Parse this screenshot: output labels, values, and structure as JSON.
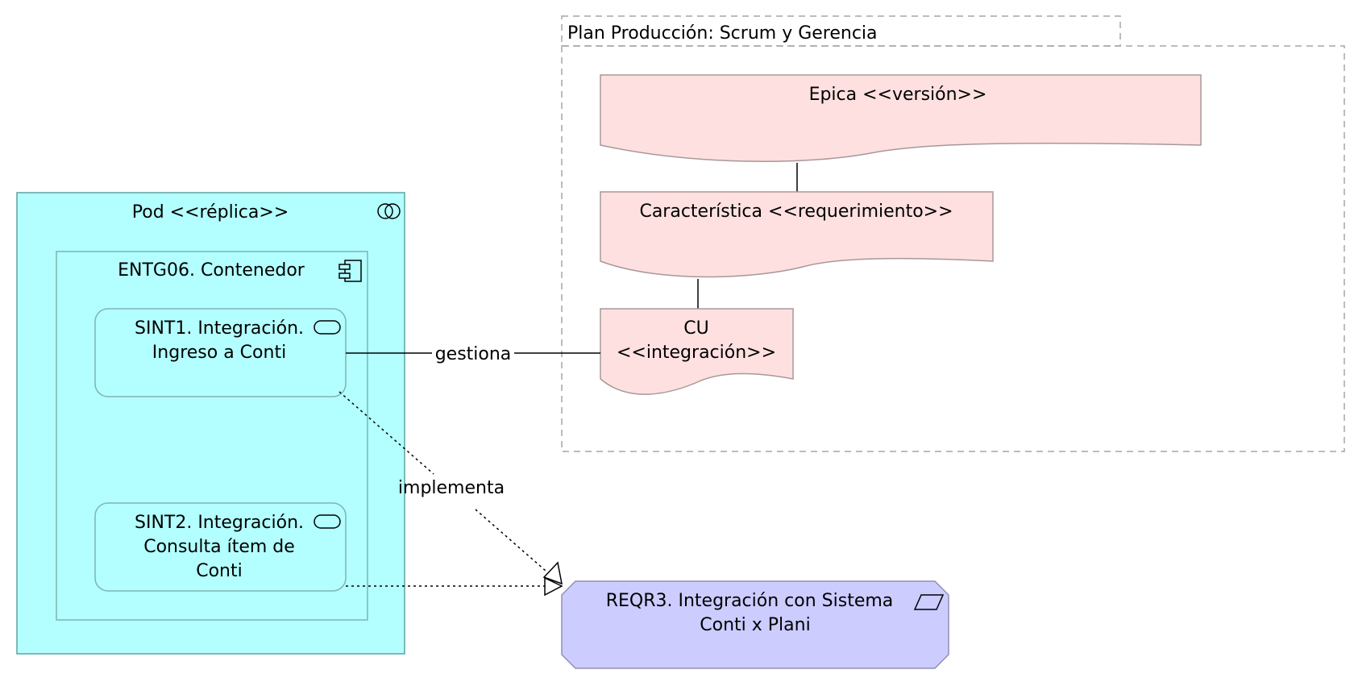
{
  "group": {
    "title": "Plan Producción: Scrum y Gerencia"
  },
  "pod": {
    "label": "Pod <<réplica>>",
    "icon": "node-replica-icon",
    "fill": "#b3ffff",
    "stroke": "#5ca3a3"
  },
  "container": {
    "label": "ENTG06. Contenedor",
    "icon": "component-icon"
  },
  "services": [
    {
      "line1": "SINT1. Integración.",
      "line2": "Ingreso a Conti",
      "line3": "",
      "icon": "service-icon"
    },
    {
      "line1": "SINT2. Integración.",
      "line2": "Consulta ítem de",
      "line3": "Conti",
      "icon": "service-icon"
    }
  ],
  "backlog": {
    "fill": "#ffe0e0",
    "stroke": "#a89898",
    "epic": "Epica <<versión>>",
    "feature": "Característica <<requerimiento>>",
    "use_case_line1": "CU",
    "use_case_line2": "<<integración>>"
  },
  "requirement": {
    "line1": "REQR3. Integración con Sistema",
    "line2": "Conti x Plani",
    "icon": "requirement-icon",
    "fill": "#ccccff",
    "stroke": "#8f8fb8"
  },
  "relations": {
    "gestiona": "gestiona",
    "implementa": "implementa"
  }
}
